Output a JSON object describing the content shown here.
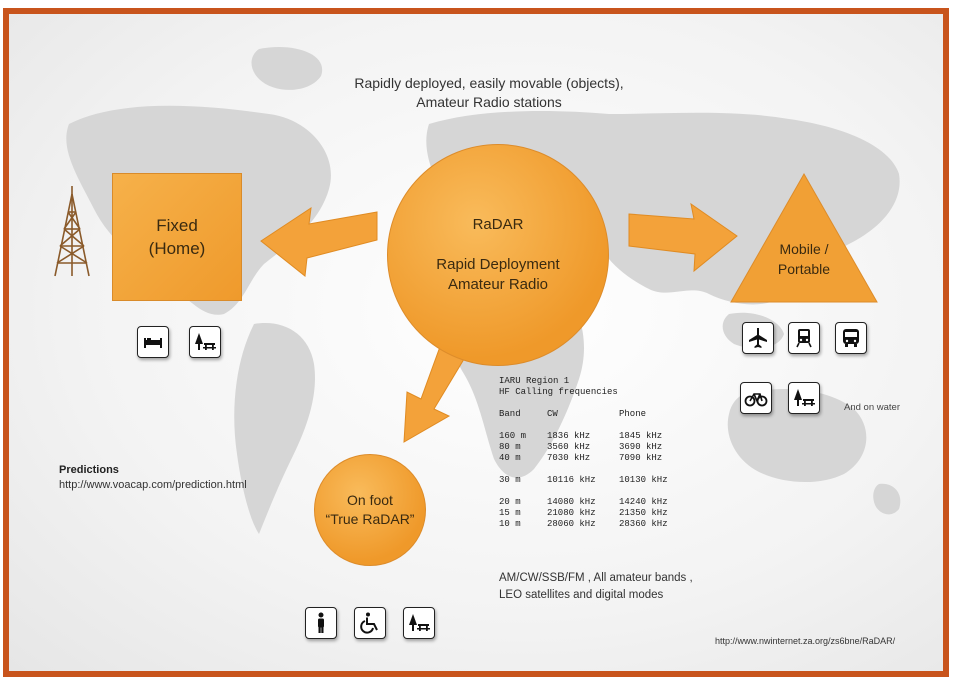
{
  "top_caption": {
    "line1": "Rapidly deployed, easily movable (objects),",
    "line2": "Amateur Radio stations"
  },
  "center": {
    "title": "RaDAR",
    "line1": "Rapid Deployment",
    "line2": "Amateur Radio"
  },
  "fixed": {
    "line1": "Fixed",
    "line2": "(Home)"
  },
  "mobile": {
    "line1": "Mobile /",
    "line2": "Portable"
  },
  "on_foot": {
    "line1": "On foot",
    "line2": "“True RaDAR”"
  },
  "predictions": {
    "title": "Predictions",
    "url": "http://www.voacap.com/prediction.html"
  },
  "frequencies": {
    "title1": "IARU Region 1",
    "title2": "HF Calling frequencies",
    "headers": [
      "Band",
      "CW",
      "Phone"
    ],
    "rows": [
      [
        "160 m",
        "1836 kHz",
        "1845 kHz"
      ],
      [
        "80 m",
        "3560 kHz",
        "3690 kHz"
      ],
      [
        "40 m",
        "7030 kHz",
        "7090 kHz"
      ],
      [
        "30 m",
        "10116 kHz",
        "10130 kHz"
      ],
      [
        "20 m",
        "14080 kHz",
        "14240 kHz"
      ],
      [
        "15 m",
        "21080 kHz",
        "21350 kHz"
      ],
      [
        "10 m",
        "28060 kHz",
        "28360 kHz"
      ]
    ]
  },
  "modes": {
    "line1": "AM/CW/SSB/FM , All amateur bands ,",
    "line2": "LEO satellites and digital modes"
  },
  "on_water": "And on water",
  "bottom_url": "http://www.nwinternet.za.org/zs6bne/RaDAR/",
  "icons": {
    "fixed": [
      "bed-icon",
      "picnic-icon"
    ],
    "mobile": [
      "airplane-icon",
      "train-icon",
      "bus-icon",
      "bicycle-icon",
      "picnic-icon"
    ],
    "on_foot": [
      "walking-person-icon",
      "wheelchair-icon",
      "picnic-icon"
    ]
  },
  "colors": {
    "accent": "#ef9a2c",
    "frame_border": "#c8541c",
    "map": "#d9d9d9"
  }
}
